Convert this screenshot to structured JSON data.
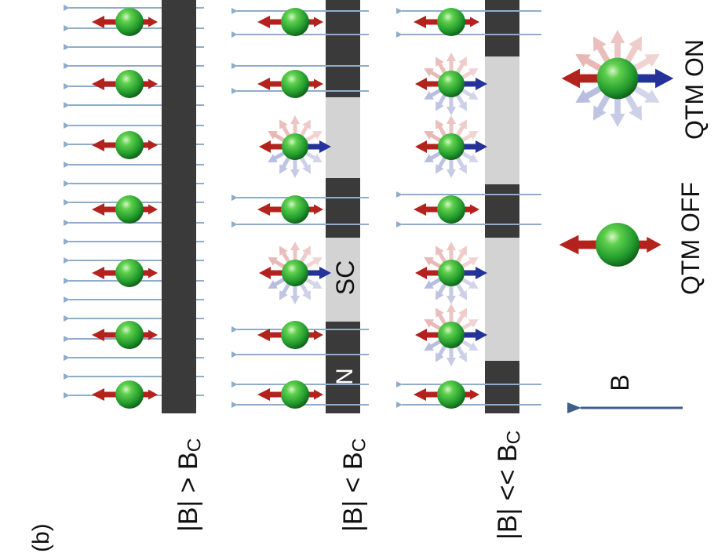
{
  "panel_label": "(b)",
  "rows": [
    {
      "condition": "|B| > B",
      "sub": "C"
    },
    {
      "condition": "|B| < B",
      "sub": "C"
    },
    {
      "condition": "|B| << B",
      "sub": "C"
    }
  ],
  "region_labels": {
    "normal": "N",
    "superconducting": "SC"
  },
  "legend": {
    "off": "QTM OFF",
    "on": "QTM ON",
    "field": "B"
  },
  "colors": {
    "normal_region": "#3a3a3a",
    "sc_region": "#d3d3d3",
    "field_line": "#8faccb",
    "spin_up_arrow": "#b3221c",
    "spin_down_arrow": "#24329a",
    "sphere": "#2fae3a"
  }
}
